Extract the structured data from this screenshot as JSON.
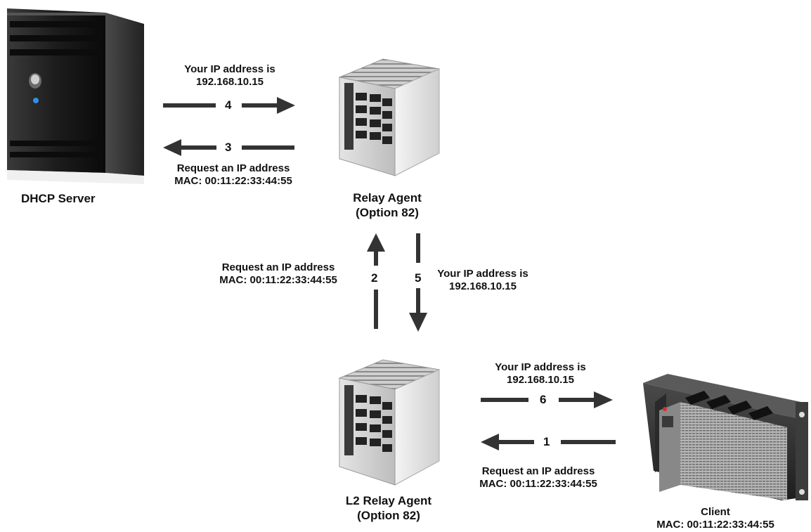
{
  "dhcp_server": {
    "label": "DHCP Server"
  },
  "relay_agent": {
    "label_line1": "Relay Agent",
    "label_line2": "(Option 82)"
  },
  "l2_relay_agent": {
    "label_line1": "L2 Relay Agent",
    "label_line2": "(Option 82)"
  },
  "client": {
    "label_line1": "Client",
    "label_line2": "MAC: 00:11:22:33:44:55"
  },
  "messages": {
    "request_line1": "Request an IP address",
    "request_line2": "MAC: 00:11:22:33:44:55",
    "reply_line1": "Your IP address is",
    "reply_line2": "192.168.10.15"
  },
  "steps": {
    "step1": "1",
    "step2": "2",
    "step3": "3",
    "step4": "4",
    "step5": "5",
    "step6": "6"
  }
}
